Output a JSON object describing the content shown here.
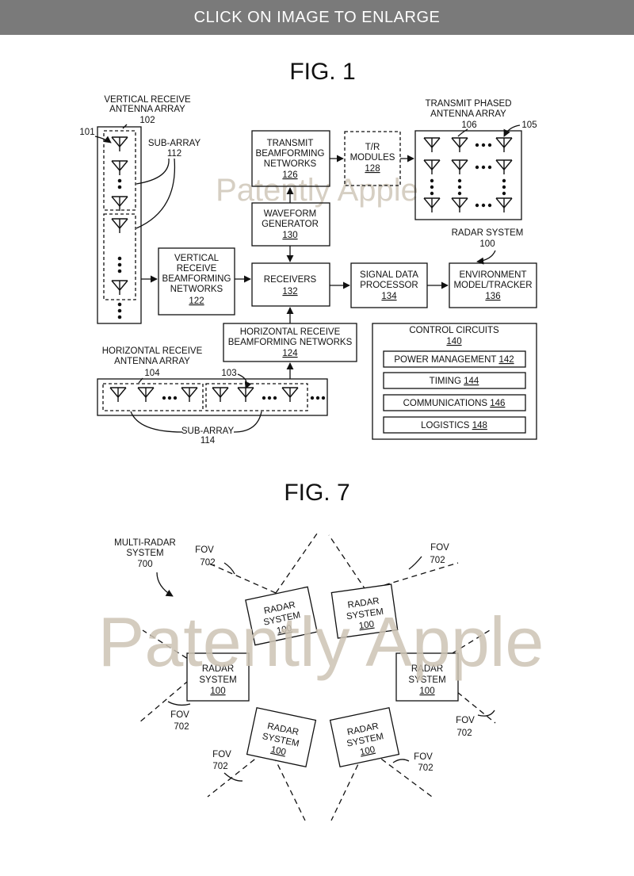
{
  "banner": {
    "text": "CLICK ON IMAGE TO ENLARGE"
  },
  "watermark": "Patently Apple",
  "fig1": {
    "title": "FIG. 1",
    "vertical_array": {
      "l1": "VERTICAL RECEIVE",
      "l2": "ANTENNA ARRAY",
      "ref": "102",
      "ref_element": "101"
    },
    "sub_array_v": {
      "l1": "SUB-ARRAY",
      "ref": "112"
    },
    "transmit_bf": {
      "l1": "TRANSMIT",
      "l2": "BEAMFORMING",
      "l3": "NETWORKS",
      "ref": "126"
    },
    "tr_modules": {
      "l1": "T/R",
      "l2": "MODULES",
      "ref": "128"
    },
    "phased_array": {
      "l1": "TRANSMIT PHASED",
      "l2": "ANTENNA ARRAY",
      "ref": "106",
      "ref_element": "105"
    },
    "waveform": {
      "l1": "WAVEFORM",
      "l2": "GENERATOR",
      "ref": "130"
    },
    "radar_system": {
      "l1": "RADAR SYSTEM",
      "ref": "100"
    },
    "vertical_bf": {
      "l1": "VERTICAL",
      "l2": "RECEIVE",
      "l3": "BEAMFORMING",
      "l4": "NETWORKS",
      "ref": "122"
    },
    "receivers": {
      "l1": "RECEIVERS",
      "ref": "132"
    },
    "signal_proc": {
      "l1": "SIGNAL DATA",
      "l2": "PROCESSOR",
      "ref": "134"
    },
    "environment": {
      "l1": "ENVIRONMENT",
      "l2": "MODEL/TRACKER",
      "ref": "136"
    },
    "horizontal_bf": {
      "l1": "HORIZONTAL RECEIVE",
      "l2": "BEAMFORMING NETWORKS",
      "ref": "124"
    },
    "control": {
      "l1": "CONTROL CIRCUITS",
      "ref": "140"
    },
    "power": {
      "label": "POWER MANAGEMENT",
      "ref": "142"
    },
    "timing": {
      "label": "TIMING",
      "ref": "144"
    },
    "comms": {
      "label": "COMMUNICATIONS",
      "ref": "146"
    },
    "logistics": {
      "label": "LOGISTICS",
      "ref": "148"
    },
    "horizontal_array": {
      "l1": "HORIZONTAL RECEIVE",
      "l2": "ANTENNA ARRAY",
      "ref": "104",
      "ref_element": "103"
    },
    "sub_array_h": {
      "l1": "SUB-ARRAY",
      "ref": "114"
    }
  },
  "fig7": {
    "title": "FIG. 7",
    "multi": {
      "l1": "MULTI-RADAR",
      "l2": "SYSTEM",
      "ref": "700"
    },
    "radar": {
      "l1": "RADAR",
      "l2": "SYSTEM",
      "ref": "100"
    },
    "fov": {
      "label": "FOV",
      "ref": "702"
    }
  }
}
